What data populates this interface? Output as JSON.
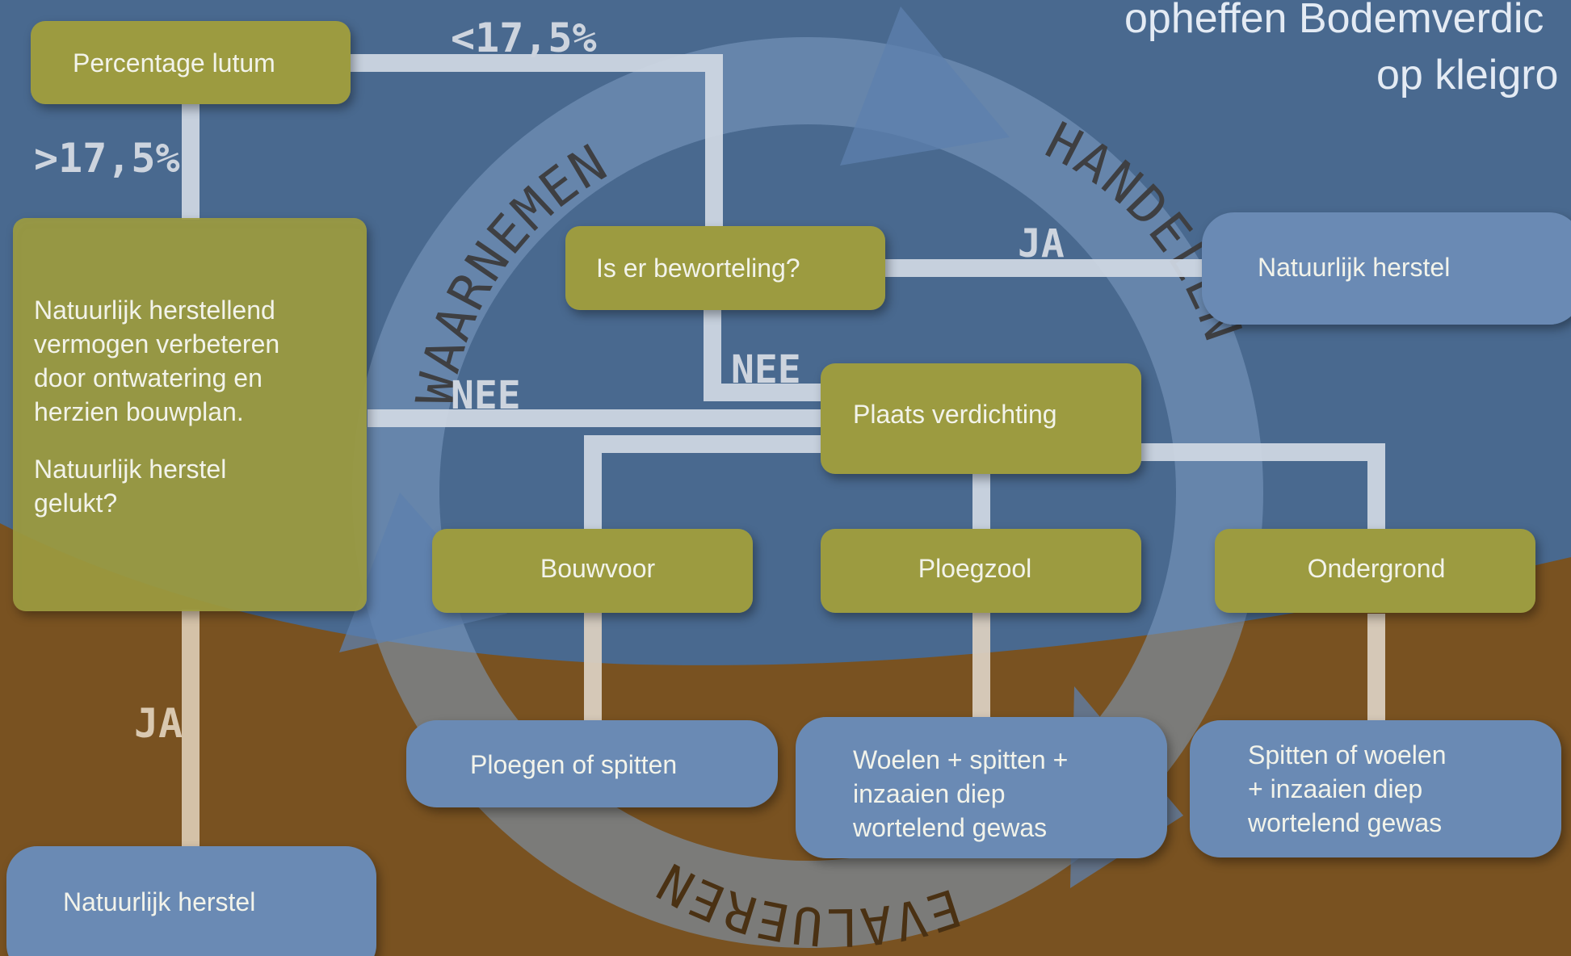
{
  "title": {
    "line1": "opheffen Bodemverdic",
    "line2": "op kleigro"
  },
  "cycle": {
    "waarnemen": "WAARNEMEN",
    "handelen": "HANDELEN",
    "evalueren": "EVALUEREN"
  },
  "labels": {
    "lt": "<17,5%",
    "gt": ">17,5%",
    "ja_top": "JA",
    "nee_mid": "NEE",
    "nee_left": "NEE",
    "ja_bottom": "JA"
  },
  "nodes": {
    "lutum": "Percentage lutum",
    "herstellend": [
      "Natuurlijk herstellend",
      "vermogen verbeteren",
      "door ontwatering en",
      "herzien bouwplan."
    ],
    "gelukt": [
      "Natuurlijk herstel",
      "gelukt?"
    ],
    "beworteling": "Is er beworteling?",
    "natuurlijk_top": "Natuurlijk herstel",
    "plaats": "Plaats verdichting",
    "bouwvoor": "Bouwvoor",
    "ploegzool": "Ploegzool",
    "ondergrond": "Ondergrond",
    "ploegen": "Ploegen of spitten",
    "woelen": [
      "Woelen + spitten +",
      "inzaaien diep",
      "wortelend gewas"
    ],
    "spitten": [
      "Spitten of woelen",
      "+ inzaaien diep",
      "wortelend gewas"
    ],
    "natuurlijk_bottom": "Natuurlijk herstel"
  },
  "colors": {
    "sky": "#49698f",
    "soil": "#795221",
    "olive": "#9c9b40",
    "blue_box": "#6a8ab4",
    "connector": "#cdd6e2",
    "box_text": "#f2f3ea"
  }
}
